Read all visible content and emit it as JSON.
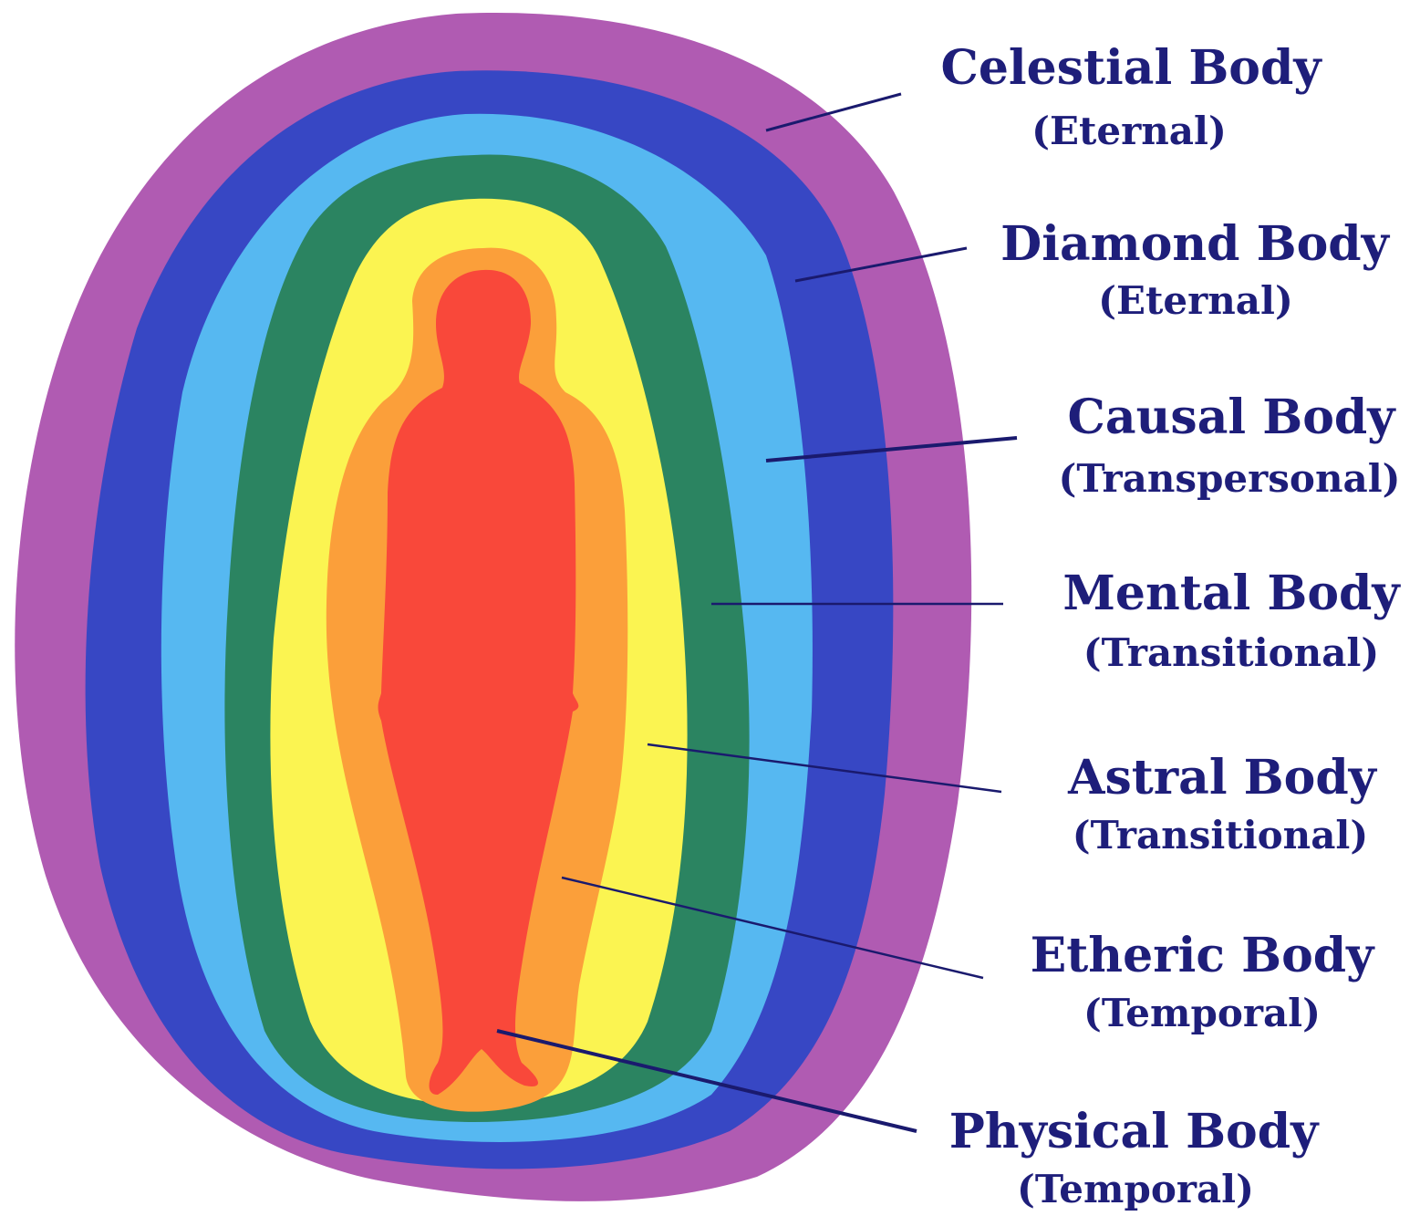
{
  "diagram": {
    "bodies": [
      {
        "name": "Celestial Body",
        "category": "(Eternal)",
        "color": "#b05bb2"
      },
      {
        "name": "Diamond Body",
        "category": "(Eternal)",
        "color": "#3747c4"
      },
      {
        "name": "Causal Body",
        "category": "(Transpersonal)",
        "color": "#56b8f1"
      },
      {
        "name": "Mental Body",
        "category": "(Transitional)",
        "color": "#2b8461"
      },
      {
        "name": "Astral Body",
        "category": "(Transitional)",
        "color": "#fbf451"
      },
      {
        "name": "Etheric Body",
        "category": "(Temporal)",
        "color": "#fb9f3a"
      },
      {
        "name": "Physical Body",
        "category": "(Temporal)",
        "color": "#f9483a"
      }
    ],
    "text_color": "#1e1e7a",
    "line_color": "#1a1a6e"
  }
}
